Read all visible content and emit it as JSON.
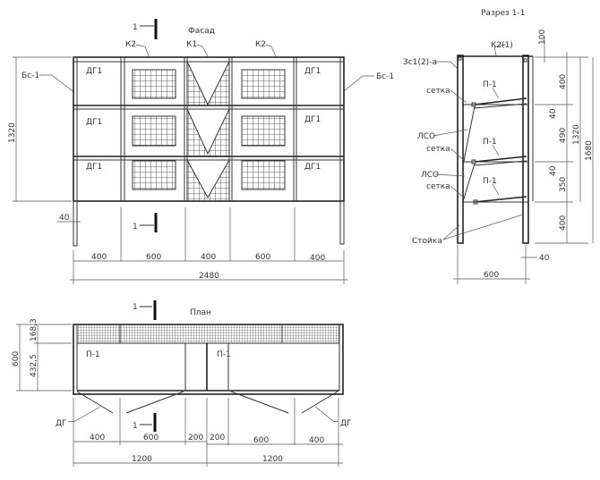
{
  "facade": {
    "title": "Фасад",
    "section_mark": "1",
    "labels": {
      "k2_left": "К2",
      "k1": "К1",
      "k2_right": "К2",
      "bs_left": "Бс-1",
      "bs_right": "Бс-1",
      "dg": "ДГ1"
    },
    "dims": {
      "height": "1320",
      "leg": "40",
      "spans": [
        "400",
        "600",
        "400",
        "600",
        "400"
      ],
      "total": "2480"
    }
  },
  "section": {
    "title": "Разрез 1-1",
    "labels": {
      "k2": "К2(1)",
      "zs": "Зс1(2)-а",
      "setka": "сетка",
      "lso": "ЛСО",
      "p1": "П-1",
      "stoyka": "Стойка"
    },
    "dims": {
      "top": "100",
      "h1": "400",
      "g1": "40",
      "h2": "490",
      "total1": "1320",
      "total2": "1680",
      "g2": "40",
      "h3": "350",
      "h4": "400",
      "post": "40",
      "depth": "600"
    }
  },
  "plan": {
    "title": "План",
    "section_mark": "1",
    "labels": {
      "p1": "П-1",
      "dg": "ДГ"
    },
    "dims": {
      "depth": "600",
      "mesh": "168,3",
      "shelf": "432,5",
      "spans": [
        "400",
        "600",
        "200",
        "200",
        "600",
        "400"
      ],
      "halves": [
        "1200",
        "1200"
      ]
    }
  }
}
